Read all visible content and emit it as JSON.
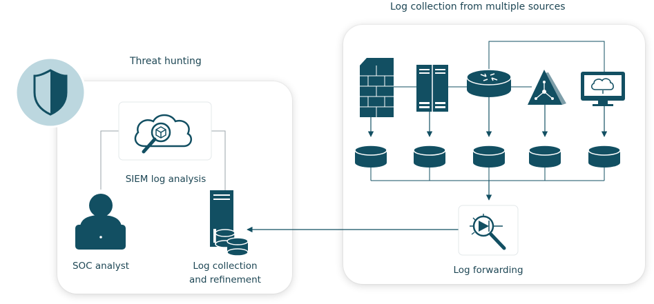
{
  "titles": {
    "threat_hunting": "Threat hunting",
    "log_collection": "Log collection from multiple sources"
  },
  "labels": {
    "siem": "SIEM log analysis",
    "soc_analyst": "SOC analyst",
    "log_collection_line1": "Log collection",
    "log_collection_line2": "and refinement",
    "log_forwarding": "Log forwarding"
  },
  "colors": {
    "ink": "#1d4654",
    "node": "#124f62",
    "shield_badge": "#bcd7df",
    "panel": "#ffffff"
  },
  "icons": [
    "shield-icon",
    "siem-cloud-search-icon",
    "soc-analyst-icon",
    "server-database-icon",
    "firewall-icon",
    "server-rack-icon",
    "router-icon",
    "wireless-ap-icon",
    "monitor-cloud-icon",
    "database-icon",
    "log-forwarding-icon"
  ]
}
